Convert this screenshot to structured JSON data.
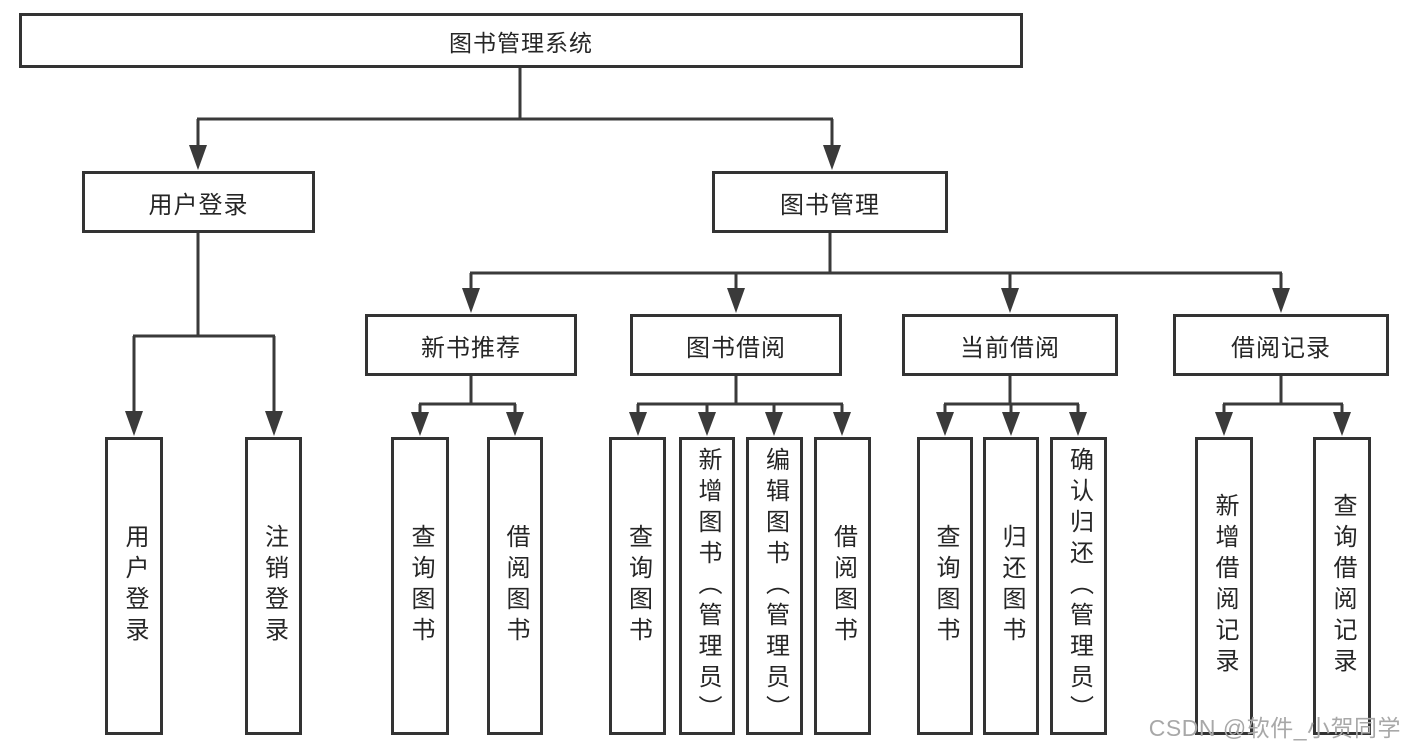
{
  "nodes": {
    "root": {
      "label": "图书管理系统"
    },
    "user_login_group": {
      "label": "用户登录"
    },
    "book_management": {
      "label": "图书管理"
    },
    "new_book_recommend": {
      "label": "新书推荐"
    },
    "book_borrowing": {
      "label": "图书借阅"
    },
    "current_borrowing": {
      "label": "当前借阅"
    },
    "borrowing_records": {
      "label": "借阅记录"
    },
    "leaf_user_login": {
      "label": "用户登录"
    },
    "leaf_logout": {
      "label": "注销登录"
    },
    "leaf_query_book_1": {
      "label": "查询图书"
    },
    "leaf_borrow_book_1": {
      "label": "借阅图书"
    },
    "leaf_query_book_2": {
      "label": "查询图书"
    },
    "leaf_add_book_admin": {
      "label": "新增图书（管理员）"
    },
    "leaf_edit_book_admin": {
      "label": "编辑图书（管理员）"
    },
    "leaf_borrow_book_2": {
      "label": "借阅图书"
    },
    "leaf_query_book_3": {
      "label": "查询图书"
    },
    "leaf_return_book": {
      "label": "归还图书"
    },
    "leaf_confirm_return_admin": {
      "label": "确认归还（管理员）"
    },
    "leaf_add_borrow_record": {
      "label": "新增借阅记录"
    },
    "leaf_query_borrow_record": {
      "label": "查询借阅记录"
    }
  },
  "hierarchy": {
    "图书管理系统": {
      "用户登录": [
        "用户登录",
        "注销登录"
      ],
      "图书管理": {
        "新书推荐": [
          "查询图书",
          "借阅图书"
        ],
        "图书借阅": [
          "查询图书",
          "新增图书（管理员）",
          "编辑图书（管理员）",
          "借阅图书"
        ],
        "当前借阅": [
          "查询图书",
          "归还图书",
          "确认归还（管理员）"
        ],
        "借阅记录": [
          "新增借阅记录",
          "查询借阅记录"
        ]
      }
    }
  },
  "watermark": {
    "text": "CSDN @软件_小贺同学"
  },
  "colors": {
    "line": "#3a3a3a",
    "border": "#333333",
    "text": "#262626",
    "background": "#ffffff",
    "watermark": "#a8a8a8"
  }
}
